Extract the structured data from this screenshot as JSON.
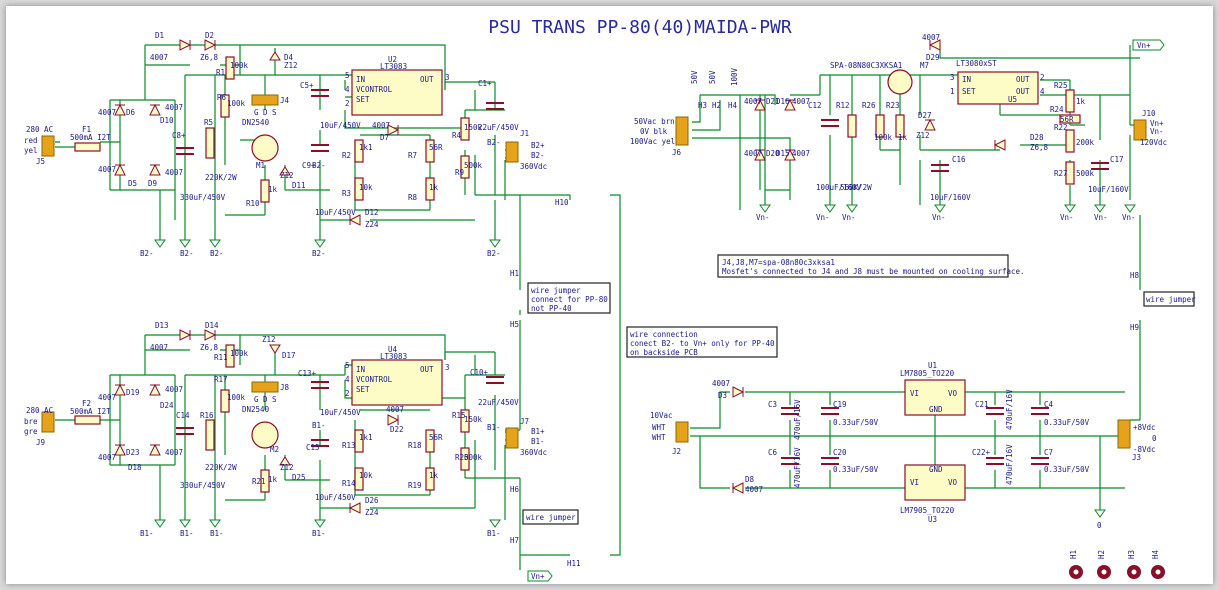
{
  "title": "PSU TRANS PP-80(40)MAIDA-PWR",
  "colors": {
    "wire": "#0a8a2a",
    "body": "#8a0f2a",
    "fill": "#fdfbc6",
    "text": "#1a1a88",
    "title": "#2a2a9a",
    "pin": "#8a6a00"
  },
  "upper": {
    "conn_in": {
      "ref": "J5",
      "l1": "red",
      "l2": "yel",
      "ac": "280 AC"
    },
    "fuse": {
      "ref": "F1",
      "val": "500mA I2T"
    },
    "diodes": {
      "d1": "D1",
      "d1v": "4007",
      "d2": "D2",
      "d2v": "Z6,8",
      "d6": "D6",
      "d10": "D10",
      "d5": "D5",
      "d9": "D9",
      "dv": "4007",
      "d4": "D4",
      "d4v": "Z12",
      "d11": "D11",
      "d11v": "Z12",
      "d7": "D7",
      "d7v": "4007",
      "d12": "D12",
      "d12v": "Z24"
    },
    "r": {
      "r1": "R1",
      "r1v": "100k",
      "r6": "R6",
      "r6v": "100k",
      "r5": "R5",
      "r5v": "220K/2W",
      "r10": "R10",
      "r10v": "1k",
      "r2": "R2",
      "r2v": "1k1",
      "r3": "R3",
      "r3v": "10k",
      "r7": "R7",
      "r7v": "56R",
      "r8": "R8",
      "r8v": "1k",
      "r4": "R4",
      "r4v": "150k",
      "r9": "R9",
      "r9v": "500k"
    },
    "c": {
      "c8": "C8+",
      "c8v": "330uF/450V",
      "c5": "C5+",
      "c5v": "10uF/450V",
      "c9": "C9+",
      "c9v": "10uF/450V",
      "c1": "C1+",
      "c1v": "22uF/450V"
    },
    "mosfet": {
      "ref": "M1",
      "val": "DN2540"
    },
    "jumper": {
      "ref": "J4",
      "pins": "G D S"
    },
    "ic": {
      "ref": "U2",
      "val": "LT3083",
      "in": "IN",
      "vc": "VCONTROL",
      "set": "SET",
      "out": "OUT",
      "p5": "5",
      "p4": "4",
      "p2": "2",
      "p3": "3"
    },
    "conn_out": {
      "ref": "J1",
      "a": "B2+",
      "b": "B2-",
      "v": "360Vdc"
    },
    "gnd": "B2-",
    "h10": "H10"
  },
  "lower": {
    "conn_in": {
      "ref": "J9",
      "l1": "bre",
      "l2": "gre",
      "ac": "280 AC"
    },
    "fuse": {
      "ref": "F2",
      "val": "500mA I2T"
    },
    "diodes": {
      "d13": "D13",
      "d13v": "4007",
      "d14": "D14",
      "d14v": "Z6,8",
      "d19": "D19",
      "d24": "D24",
      "d23": "D23",
      "d18": "D18",
      "dv": "4007",
      "d17": "D17",
      "d17v": "Z12",
      "d25": "D25",
      "d25v": "Z12",
      "d22": "D22",
      "d22v": "4007",
      "d26": "D26",
      "d26v": "Z24"
    },
    "r": {
      "r11": "R11",
      "r11v": "100k",
      "r17": "R17",
      "r17v": "100k",
      "r16": "R16",
      "r16v": "220K/2W",
      "r21": "R21",
      "r21v": "1k",
      "r13": "R13",
      "r13v": "1k1",
      "r14": "R14",
      "r14v": "10k",
      "r18": "R18",
      "r18v": "56R",
      "r19": "R19",
      "r19v": "1k",
      "r15": "R15",
      "r15v": "150k",
      "r20": "R20",
      "r20v": "500k"
    },
    "c": {
      "c14": "C14",
      "c14v": "330uF/450V",
      "c13": "C13+",
      "c13v": "10uF/450V",
      "c15": "C15",
      "c15v": "10uF/450V",
      "c10": "C10+",
      "c10v": "22uF/450V"
    },
    "mosfet": {
      "ref": "M2",
      "val": "DN2540"
    },
    "jumper": {
      "ref": "J8",
      "pins": "G D S"
    },
    "ic": {
      "ref": "U4",
      "val": "LT3083",
      "in": "IN",
      "vc": "VCONTROL",
      "set": "SET",
      "out": "OUT",
      "p5": "5",
      "p4": "4",
      "p2": "2",
      "p3": "3"
    },
    "conn_out": {
      "ref": "J7",
      "a": "B1+",
      "b": "B1-",
      "v": "360Vdc"
    },
    "gnd": "B1-",
    "h11": "H11",
    "vn": "Vn+"
  },
  "middle": {
    "h1": "H1",
    "h5": "H5",
    "h6": "H6",
    "h7": "H7",
    "note1a": "wire jumper",
    "note1b": "connect for PP-80",
    "note1c": "not PP-40",
    "note2": "wire jumper",
    "note3a": "wire connection",
    "note3b": "conect B2- to Vn+ only for PP-40",
    "note3c": "on backside PCB"
  },
  "right_top": {
    "j6": {
      "ref": "J6",
      "l1": "50Vac brn",
      "l2": "0V  blk",
      "l3": "100Vac yel"
    },
    "tp": {
      "v1": "50V",
      "v2": "50V",
      "v3": "100V",
      "h3": "H3",
      "h2": "H2",
      "h4": "H4"
    },
    "d": {
      "d21": "D21",
      "d16": "D16",
      "d20": "D20",
      "d15": "D15",
      "dv": "4007",
      "d29": "D29",
      "d29v": "4007",
      "d27": "D27",
      "d27v": "Z12",
      "d28": "D28",
      "d28v": "Z6,8"
    },
    "c": {
      "c12": "C12",
      "c12v": "100uF/160V",
      "c16": "C16",
      "c16v": "10uF/160V",
      "c17": "C17",
      "c17v": "10uF/160V"
    },
    "r": {
      "r12": "R12",
      "r12v": "560K/2W",
      "r26": "R26",
      "r26v": "100k",
      "r23": "R23",
      "r23v": "1k",
      "r24": "R24",
      "r24v": "56R",
      "r25": "R25",
      "r25v": "1k",
      "r22": "R22",
      "r22v": "200k",
      "r27": "R27",
      "r27v": "500k"
    },
    "mosfet": {
      "ref": "M7",
      "val": "SPA-08N80C3XKSA1"
    },
    "ic": {
      "ref": "U5",
      "val": "LT3080xST",
      "in": "IN",
      "set": "SET",
      "out1": "OUT",
      "out2": "OUT",
      "p3": "3",
      "p1": "1",
      "p2": "2",
      "p4": "4"
    },
    "j10": {
      "ref": "J10",
      "a": "Vn+",
      "b": "Vn-",
      "v": "120Vdc"
    },
    "vn_plus": "Vn+",
    "vn_minus": "Vn-",
    "note_a": "J4,J8,M7=spa-08n80c3xksa1",
    "note_b": "Mosfet's connected to J4 and J8 must be mounted on cooling surface."
  },
  "right_mid": {
    "h8": "H8",
    "h9": "H9",
    "note": "wire jumper"
  },
  "right_bot": {
    "j2": {
      "ref": "J2",
      "v": "10Vac",
      "l1": "WHT",
      "l2": "WHT"
    },
    "d": {
      "d3": "D3",
      "d3v": "4007",
      "d8": "D8",
      "d8v": "4007"
    },
    "c": {
      "c3": "C3",
      "c3v": "470uF/16V",
      "c19": "C19",
      "c19v": "0.33uF/50V",
      "c6": "C6",
      "c6v": "470uF/16V",
      "c20": "C20",
      "c20v": "0.33uF/50V",
      "c21": "C21",
      "c21v": "470uF/16V",
      "c4": "C4",
      "c4v": "0.33uF/50V",
      "c22": "C22+",
      "c22v": "470uF/16V",
      "c7": "C7",
      "c7v": "0.33uF/50V"
    },
    "u1": {
      "ref": "U1",
      "val": "LM7805_TO220",
      "vi": "VI",
      "vo": "VO",
      "gnd": "GND"
    },
    "u3": {
      "ref": "U3",
      "val": "LM7905_TO220",
      "vi": "VI",
      "vo": "VO",
      "gnd": "GND"
    },
    "j3": {
      "ref": "J3",
      "a": "+8Vdc",
      "b": "0",
      "c": "-8Vdc"
    },
    "zero": "0"
  },
  "holes": [
    "H1",
    "H2",
    "H3",
    "H4"
  ]
}
